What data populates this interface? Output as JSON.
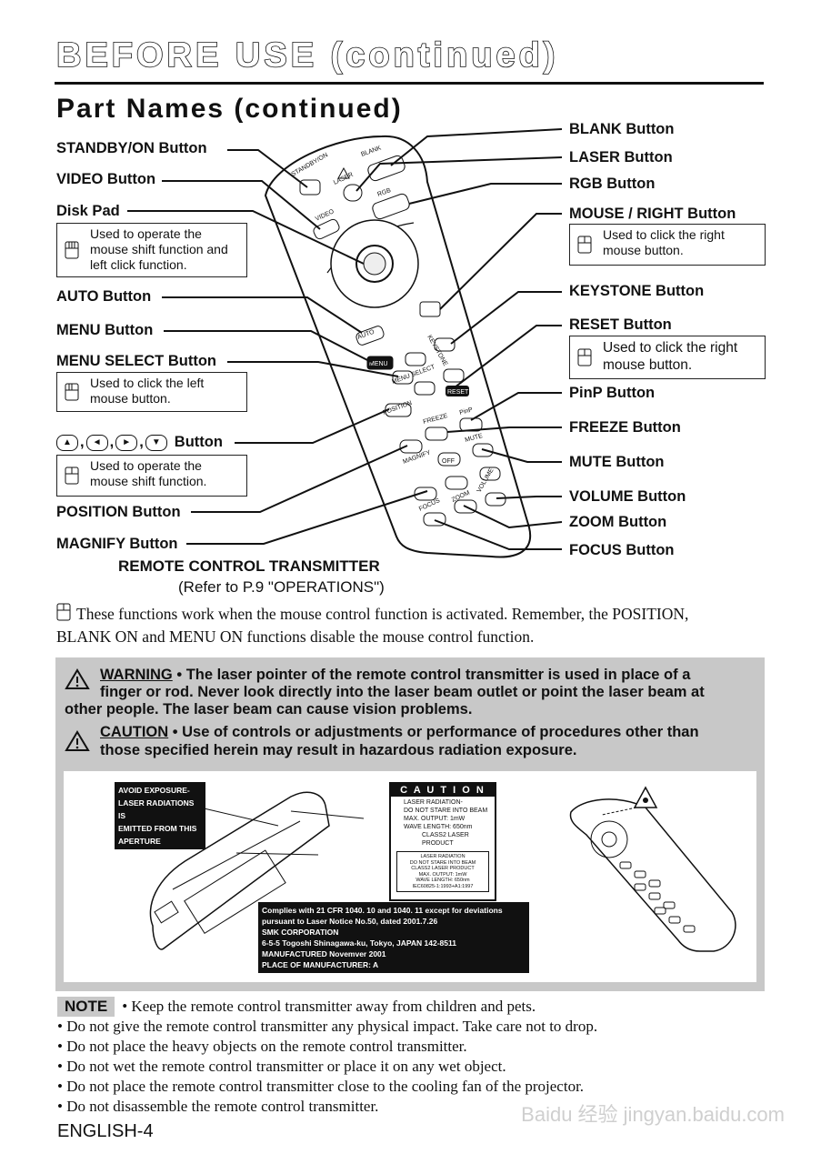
{
  "header": {
    "title": "BEFORE USE (continued)",
    "subtitle": "Part Names (continued)"
  },
  "left_labels": {
    "standby": "STANDBY/ON Button",
    "video": "VIDEO Button",
    "disk_pad": "Disk Pad",
    "disk_pad_note": "Used to operate the mouse shift function and left click function.",
    "auto": "AUTO Button",
    "menu": "MENU Button",
    "menu_select": "MENU SELECT Button",
    "menu_select_note": "Used to click the left mouse button.",
    "arrows_suffix": "Button",
    "arrows_note": "Used to operate the mouse shift function.",
    "position": "POSITION Button",
    "magnify": "MAGNIFY Button"
  },
  "right_labels": {
    "blank": "BLANK Button",
    "laser": "LASER Button",
    "rgb": "RGB Button",
    "mouse_right": "MOUSE / RIGHT Button",
    "mouse_right_note": "Used to click the right mouse button.",
    "keystone": "KEYSTONE Button",
    "reset": "RESET Button",
    "reset_note": "Used to click the right mouse button.",
    "pinp": "PinP Button",
    "freeze": "FREEZE Button",
    "mute": "MUTE Button",
    "volume": "VOLUME Button",
    "zoom": "ZOOM Button",
    "focus": "FOCUS Button"
  },
  "remote_labels": {
    "standby": "STANDBY/ON",
    "laser": "LASER",
    "blank": "BLANK",
    "rgb": "RGB",
    "video": "VIDEO",
    "auto": "AUTO",
    "keystone": "KEYSTONE",
    "menu": "MENU",
    "menu_select": "MENU SELECT",
    "reset": "RESET",
    "position": "POSITION",
    "freeze": "FREEZE",
    "pinp": "PinP",
    "mute": "MUTE",
    "magnify": "MAGNIFY",
    "off": "OFF",
    "volume": "VOLUME",
    "zoom": "ZOOM",
    "focus": "FOCUS"
  },
  "caption": {
    "title": "REMOTE CONTROL TRANSMITTER",
    "ref": "(Refer to P.9 \"OPERATIONS\")"
  },
  "mouse_note": {
    "line1": "These functions work when the mouse control function is activated. Remember, the POSITION,",
    "line2": "BLANK ON and MENU ON functions disable the mouse control function."
  },
  "warning": {
    "label": "WARNING",
    "text1": " • The laser pointer of the remote control transmitter is used in place of a",
    "text2": "finger or rod. Never look directly into the laser beam outlet or point the laser beam at",
    "text3": "other people. The laser beam can cause vision problems."
  },
  "caution": {
    "label": "CAUTION",
    "text1": " • Use of controls or adjustments or performance of procedures other than",
    "text2": "those specified herein may result in hazardous radiation exposure."
  },
  "labels_panel": {
    "avoid": [
      "AVOID  EXPOSURE-",
      "LASER RADIATIONS IS",
      "EMITTED  FROM  THIS",
      "APERTURE"
    ],
    "caution_head": "C A U T I O N",
    "caution_lines": [
      "LASER  RADIATION-",
      "DO NOT STARE INTO BEAM",
      "MAX. OUTPUT:  1mW",
      "WAVE LENGTH:  650nm",
      "CLASS2 LASER PRODUCT"
    ],
    "small_lines": [
      "LASER RADIATION",
      "DO NOT STARE INTO BEAM",
      "CLASS2 LASER PRODUCT",
      "MAX.  OUTPUT:  1mW",
      "WAVE LENGTH:  650nm",
      "IEC60825-1:1993+A1:1997"
    ],
    "complies": [
      "Complies with 21 CFR 1040. 10 and 1040. 11 except for deviations",
      "pursuant  to  Laser  Notice  No.50,  dated  2001.7.26",
      "SMK CORPORATION",
      "6-5-5  Togoshi  Shinagawa-ku,  Tokyo,  JAPAN 142-8511",
      "MANUFACTURED    Novemver  2001",
      "PLACE  OF  MANUFACTURER:  A"
    ]
  },
  "notes": {
    "badge": "NOTE",
    "items": [
      "• Keep the remote control transmitter away from children and pets.",
      "• Do not give the remote control transmitter any physical impact. Take care not to drop.",
      "• Do not place the heavy objects on the remote control transmitter.",
      "• Do not wet the remote control transmitter or place it on any wet object.",
      "• Do not place the remote control transmitter close to the cooling fan of the projector.",
      "• Do not disassemble the remote control transmitter."
    ]
  },
  "footer": {
    "page": "ENGLISH-4"
  },
  "watermark": {
    "text": "Baidu 经验  jingyan.baidu.com"
  }
}
